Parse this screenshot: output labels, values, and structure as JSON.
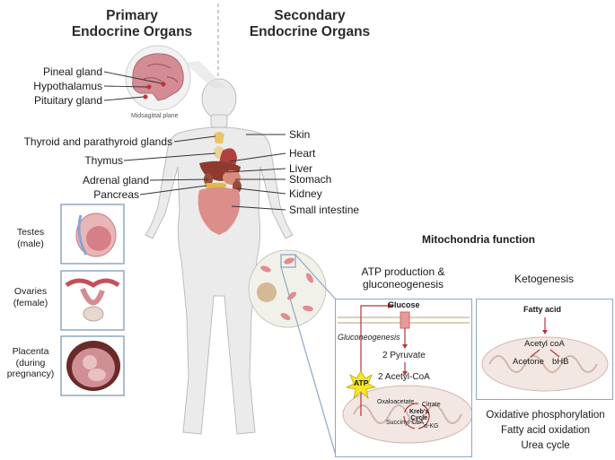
{
  "headings": {
    "primary_line1": "Primary",
    "primary_line2": "Endocrine Organs",
    "secondary_line1": "Secondary",
    "secondary_line2": "Endocrine Organs"
  },
  "brain_labels": {
    "pineal": "Pineal gland",
    "hypothalamus": "Hypothalamus",
    "pituitary": "Pituitary gland",
    "plane": "Midsagittal plane"
  },
  "left_labels": {
    "thyroid": "Thyroid and parathyroid glands",
    "thymus": "Thymus",
    "adrenal": "Adrenal gland",
    "pancreas": "Pancreas"
  },
  "right_labels": {
    "skin": "Skin",
    "heart": "Heart",
    "liver": "Liver",
    "stomach": "Stomach",
    "kidney": "Kidney",
    "small_intestine": "Small intestine"
  },
  "gonads": {
    "testes_1": "Testes",
    "testes_2": "(male)",
    "ovaries_1": "Ovaries",
    "ovaries_2": "(female)",
    "placenta_1": "Placenta",
    "placenta_2": "(during",
    "placenta_3": "pregnancy)"
  },
  "mito": {
    "title": "Mitochondria function",
    "atp_title_1": "ATP production &",
    "atp_title_2": "gluconeogenesis",
    "keto_title": "Ketogenesis",
    "glucose": "Glucose",
    "gluconeogenesis": "Gluconeogenesis",
    "pyruvate": "2 Pyruvate",
    "acetyl": "2 Acetyl-CoA",
    "atp": "ATP",
    "oxaloacetate": "Oxaloacetate",
    "citrate": "Citrate",
    "krebs_1": "Kreb's",
    "krebs_2": "Cycle",
    "succinyl": "Succinyl-CoA",
    "akg": "α-KG",
    "fatty_acid": "Fatty acid",
    "acetyl_coa": "Acetyl coA",
    "acetone": "Acetone",
    "bhb": "bHB",
    "functions": [
      "Oxidative phosphorylation",
      "Fatty acid oxidation",
      "Urea cycle"
    ]
  },
  "colors": {
    "leader_line": "#333333",
    "box_border": "#8fa7c4",
    "mito_fill": "#f3e7e3",
    "organ_red": "#c2504f",
    "atp_yellow": "#f5e62a"
  }
}
